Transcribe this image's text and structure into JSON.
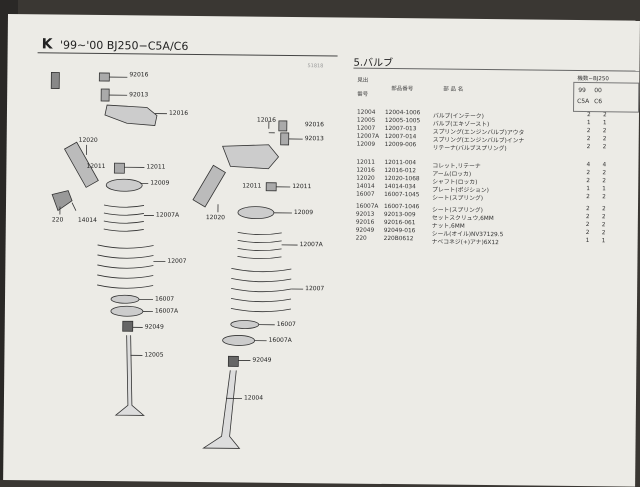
{
  "header": {
    "brand_mark": "K",
    "model_title": "'99~'00 BJ250−C5A/C6",
    "section_title": "5.バルブ"
  },
  "table": {
    "col_ref": "見出",
    "col_ref2": "番号",
    "col_part": "部品番号",
    "col_name": "部 品 名",
    "model_caption": "機数−BJ250",
    "model_years": [
      "99",
      "00"
    ],
    "model_codes": [
      "C5A",
      "C6"
    ],
    "rows": [
      {
        "ref": "12004",
        "part": "12004-1006",
        "name": "バルブ(インテーク)",
        "q1": "2",
        "q2": "2"
      },
      {
        "ref": "12005",
        "part": "12005-1005",
        "name": "バルブ(エキゾースト)",
        "q1": "1",
        "q2": "1"
      },
      {
        "ref": "12007",
        "part": "12007-013",
        "name": "スプリング(エンジンバルブ)アウタ",
        "q1": "2",
        "q2": "2"
      },
      {
        "ref": "12007A",
        "part": "12007-014",
        "name": "スプリング(エンジンバルブ)インナ",
        "q1": "2",
        "q2": "2"
      },
      {
        "ref": "12009",
        "part": "12009-006",
        "name": "リテーナ(バルブスプリング)",
        "q1": "2",
        "q2": "2"
      },
      {
        "ref": "12011",
        "part": "12011-004",
        "name": "コレット,リテーナ",
        "q1": "4",
        "q2": "4"
      },
      {
        "ref": "12016",
        "part": "12016-012",
        "name": "アーム(ロッカ)",
        "q1": "2",
        "q2": "2"
      },
      {
        "ref": "12020",
        "part": "12020-1068",
        "name": "シャフト(ロッカ)",
        "q1": "2",
        "q2": "2"
      },
      {
        "ref": "14014",
        "part": "14014-034",
        "name": "プレート(ポジション)",
        "q1": "1",
        "q2": "1"
      },
      {
        "ref": "16007",
        "part": "16007-1045",
        "name": "シート(スプリング)",
        "q1": "2",
        "q2": "2"
      },
      {
        "ref": "16007A",
        "part": "16007-1046",
        "name": "シート(スプリング)",
        "q1": "2",
        "q2": "2"
      },
      {
        "ref": "92013",
        "part": "92013-009",
        "name": "セットスクリュウ,6MM",
        "q1": "2",
        "q2": "2"
      },
      {
        "ref": "92016",
        "part": "92016-061",
        "name": "ナット,6MM",
        "q1": "2",
        "q2": "2"
      },
      {
        "ref": "92049",
        "part": "92049-016",
        "name": "シール(オイル)NV37129.5",
        "q1": "2",
        "q2": "2"
      },
      {
        "ref": "220",
        "part": "220B0612",
        "name": "ナベコネジ(+)アナ)6X12",
        "q1": "1",
        "q2": "1"
      }
    ]
  },
  "callouts": {
    "c92016a": "92016",
    "c92013a": "92013",
    "c12016a": "12016",
    "c12020a": "12020",
    "c12011a": "12011",
    "c12009a": "12009",
    "c220": "220",
    "c14014": "14014",
    "c12007Aa": "12007A",
    "c12007a": "12007",
    "c16007a": "16007",
    "c16007Aa": "16007A",
    "c92049a": "92049",
    "c12005": "12005",
    "c12016b": "12016",
    "c92016b": "92016",
    "c92013b": "92013",
    "c12011b": "12011",
    "c12020b": "12020",
    "c12009b": "12009",
    "c12007Ab": "12007A",
    "c12007b": "12007",
    "c16007b": "16007",
    "c16007Ab": "16007A",
    "c92049b": "92049",
    "c12004": "12004",
    "page_code": "51818"
  }
}
